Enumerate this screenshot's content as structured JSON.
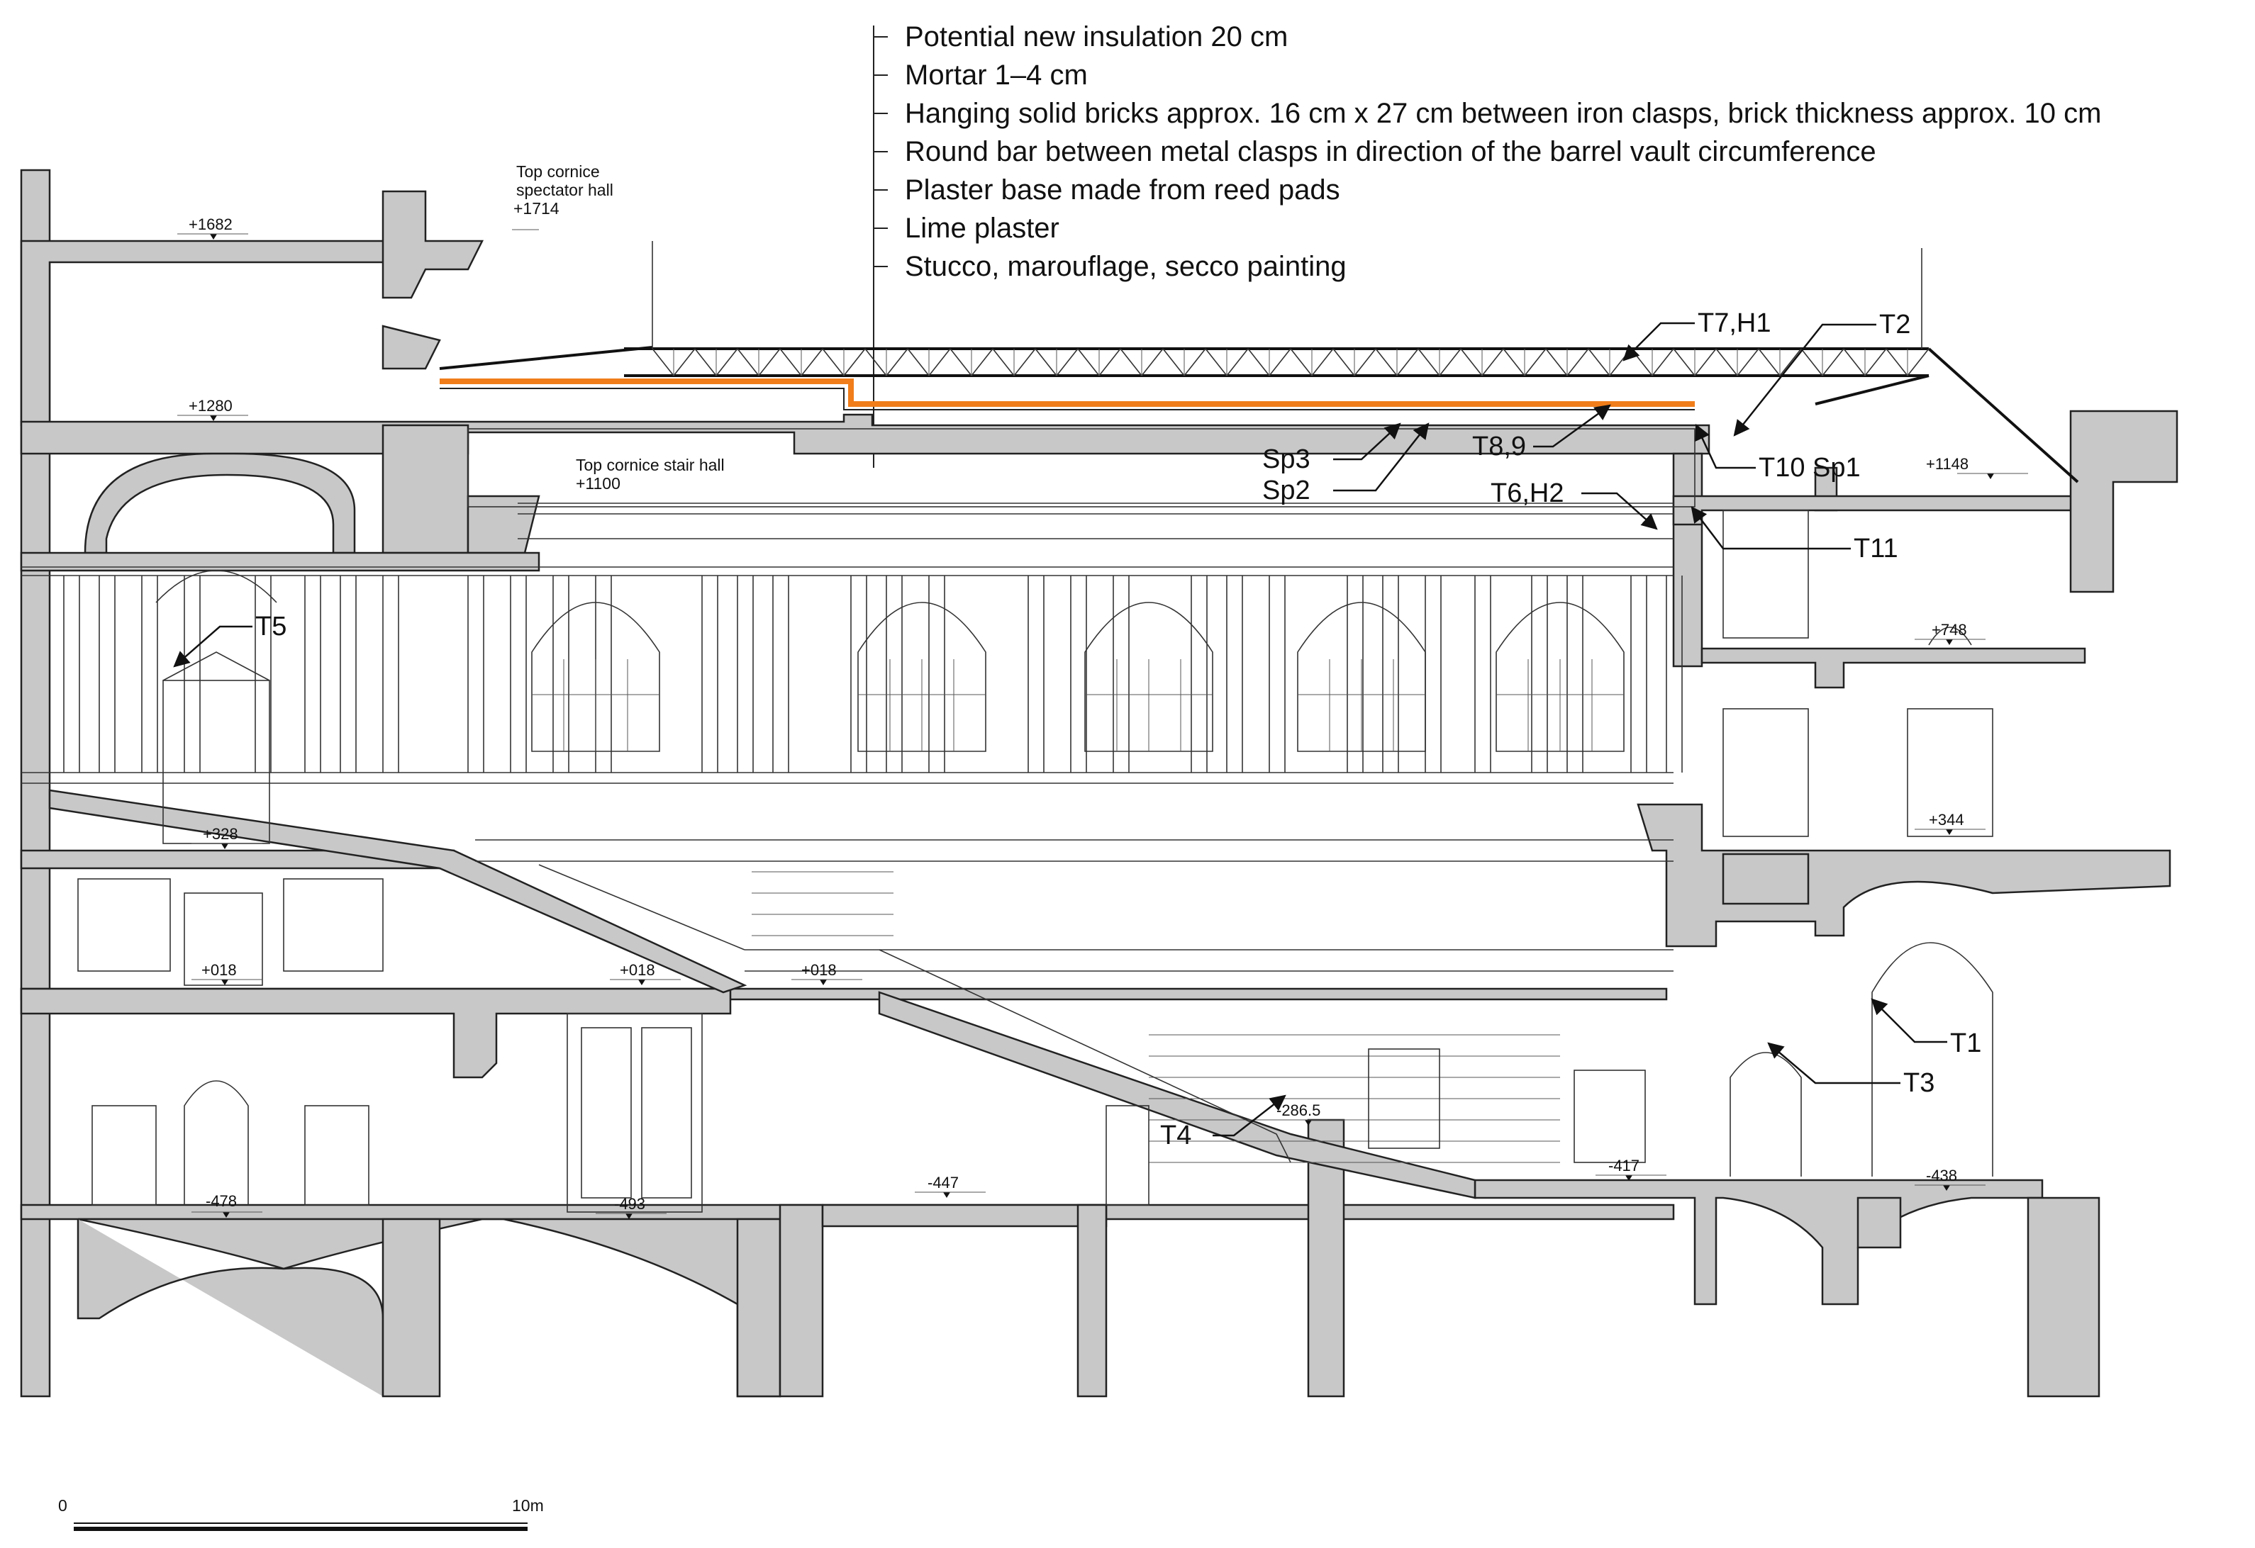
{
  "layers": [
    {
      "label": "Potential new insulation 20 cm"
    },
    {
      "label": "Mortar 1–4 cm"
    },
    {
      "label": "Hanging solid bricks approx. 16 cm x 27 cm between iron clasps, brick thickness approx. 10 cm"
    },
    {
      "label": "Round bar between metal clasps in direction of the barrel vault circumference"
    },
    {
      "label": "Plaster base made from  reed pads"
    },
    {
      "label": "Lime plaster"
    },
    {
      "label": "Stucco, marouflage, secco painting"
    }
  ],
  "notes": {
    "spectator_line1": "Top cornice",
    "spectator_line2": "spectator hall",
    "spectator_level": "+1714",
    "stair_line1": "Top cornice stair hall",
    "stair_level": "+1100"
  },
  "levels": [
    "+1682",
    "+1280",
    "+1148",
    "+748",
    "+328",
    "+344",
    "+018",
    "+018",
    "+018",
    "-286.5",
    "-417",
    "-438",
    "-478",
    "-493",
    "-447"
  ],
  "tags": {
    "t7h1": "T7,H1",
    "t2": "T2",
    "t89": "T8,9",
    "sp3": "Sp3",
    "sp2": "Sp2",
    "t10sp1": "T10 Sp1",
    "t6h2": "T6,H2",
    "t11": "T11",
    "t5": "T5",
    "t1": "T1",
    "t3": "T3",
    "t4": "T4"
  },
  "scale": {
    "start": "0",
    "end": "10m"
  },
  "colors": {
    "insulation": "#f07d1a",
    "section_fill": "#c8c8c8",
    "line": "#222222"
  }
}
